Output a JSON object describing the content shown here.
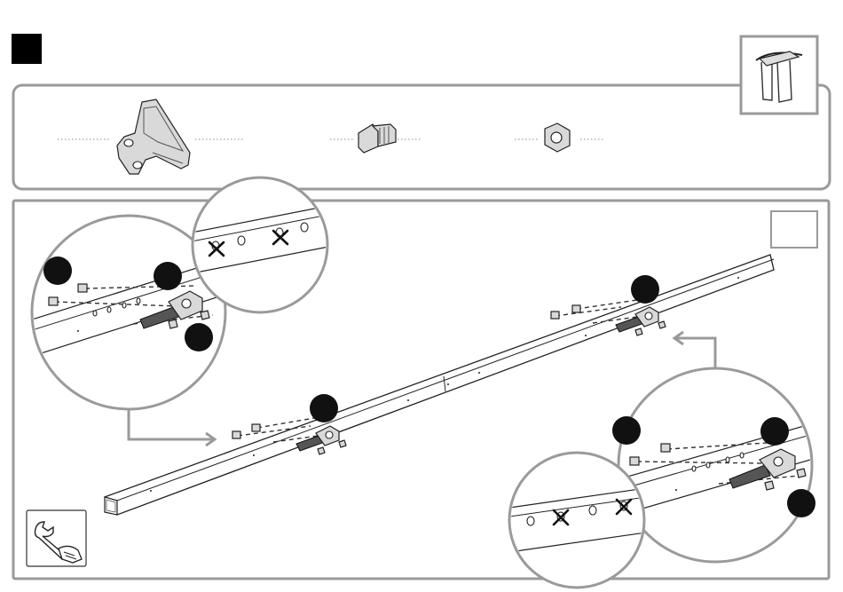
{
  "step": {
    "number_badge_color": "#000000",
    "step_number": ""
  },
  "icons": {
    "corner_tool": "gloves-icon",
    "wrench": "wrench-hand-icon",
    "blank_box": "empty-box-icon"
  },
  "parts_panel": {
    "items": [
      {
        "name": "bracket",
        "icon": "bracket-icon",
        "quantity": ""
      },
      {
        "name": "bolt",
        "icon": "bolt-icon",
        "quantity": ""
      },
      {
        "name": "nut",
        "icon": "nut-icon",
        "quantity": ""
      }
    ]
  },
  "markers": {
    "color": "#111111",
    "count": 11
  },
  "colors": {
    "frame": "#9a9a9a",
    "line": "#222222",
    "part_fill": "#d9d9d9"
  }
}
